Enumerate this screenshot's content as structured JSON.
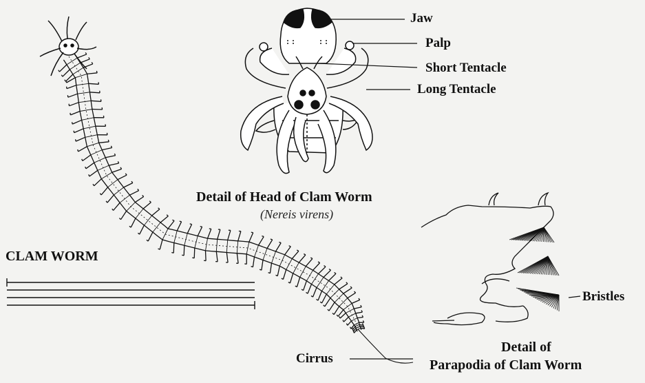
{
  "head_labels": {
    "jaw": "Jaw",
    "palp": "Palp",
    "short_tentacle": "Short Tentacle",
    "long_tentacle": "Long Tentacle"
  },
  "head_caption": {
    "title": "Detail of Head of Clam Worm",
    "scientific": "(Nereis virens)"
  },
  "worm_title": "CLAM WORM",
  "cirrus_label": "Cirrus",
  "bristles_label": "Bristles",
  "parapodia_caption": {
    "line1": "Detail of",
    "line2": "Parapodia of Clam Worm"
  },
  "colors": {
    "ink": "#111111",
    "paper": "#f3f3f1"
  }
}
